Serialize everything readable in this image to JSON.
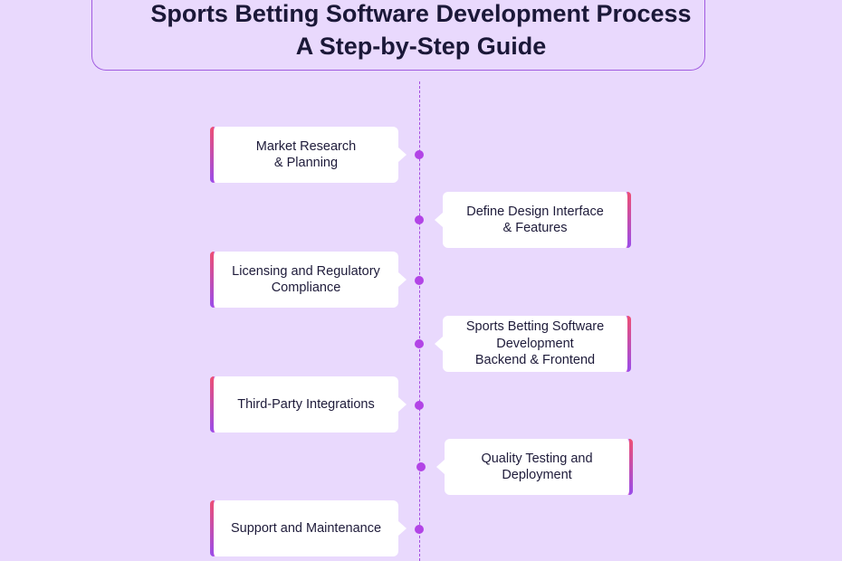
{
  "title": {
    "line1": "Sports Betting Software Development Process",
    "line2": "A Step-by-Step Guide"
  },
  "steps": [
    {
      "label": "Market Research\n& Planning",
      "side": "left"
    },
    {
      "label": "Define Design Interface\n& Features",
      "side": "right"
    },
    {
      "label": "Licensing and Regulatory\nCompliance",
      "side": "left"
    },
    {
      "label": "Sports Betting Software\nDevelopment\nBackend & Frontend",
      "side": "right"
    },
    {
      "label": "Third-Party Integrations",
      "side": "left"
    },
    {
      "label": "Quality Testing and\nDeployment",
      "side": "right"
    },
    {
      "label": "Support and Maintenance",
      "side": "left"
    }
  ],
  "colors": {
    "background": "#e9d9fd",
    "accent": "#b244e6",
    "card_gradient_top": "#ee4f73",
    "card_gradient_bottom": "#9a4dea"
  }
}
